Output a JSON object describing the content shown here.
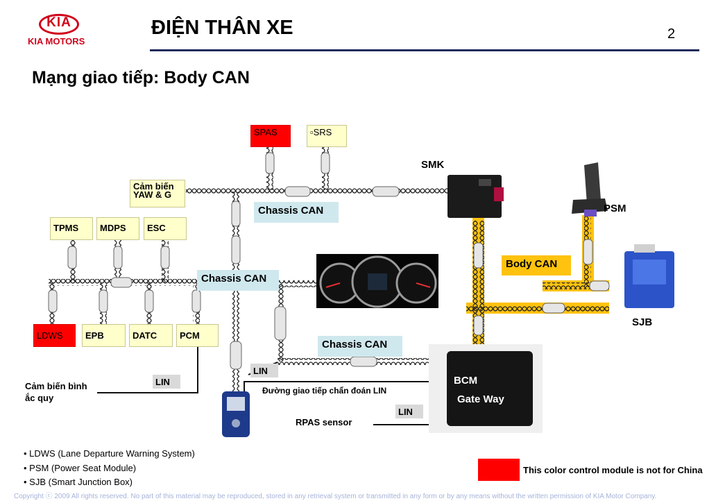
{
  "header": {
    "logo_text": "KIA",
    "logo_subtext": "KIA MOTORS",
    "title": "ĐIỆN THÂN XE",
    "page_number": "2"
  },
  "subtitle": "Mạng giao tiếp: Body CAN",
  "modules": {
    "spas": "SPAS",
    "srs": "SRS",
    "yaw_line1": "Cảm biến",
    "yaw_line2": "YAW & G",
    "tpms": "TPMS",
    "mdps": "MDPS",
    "esc": "ESC",
    "ldws": "LDWS",
    "epb": "EPB",
    "datc": "DATC",
    "pcm": "PCM",
    "smk": "SMK",
    "psm": "PSM",
    "sjb": "SJB",
    "bcm": "BCM",
    "gateway": "Gate Way"
  },
  "buses": {
    "chassis_can_1": "Chassis  CAN",
    "chassis_can_2": "Chassis  CAN",
    "chassis_can_3": "Chassis  CAN",
    "body_can": "Body CAN",
    "lin_1": "LIN",
    "lin_2": "LIN",
    "lin_3": "LIN"
  },
  "annotations": {
    "battery_sensor_line1": "Cảm biến bình",
    "battery_sensor_line2": "ắc quy",
    "diag_lin": "Đường giao tiếp chẩn đoán LIN",
    "rpas_sensor": "RPAS sensor"
  },
  "legend": {
    "items": [
      "LDWS (Lane Departure Warning System)",
      "PSM (Power Seat Module)",
      "SJB (Smart Junction Box)"
    ],
    "red_note": "This color control module is not for China"
  },
  "footer": "Copyright ⓒ 2009 All rights reserved. No part of this material may be reproduced, stored in any retrieval system or transmitted in any form or by any means without the written permission of KIA Motor Company.",
  "colors": {
    "brand_red": "#d0021b",
    "body_can": "#ffc20e",
    "chassis_label": "#cfe8ee",
    "module_box": "#ffffcc",
    "not_for_china": "#ff0000"
  }
}
